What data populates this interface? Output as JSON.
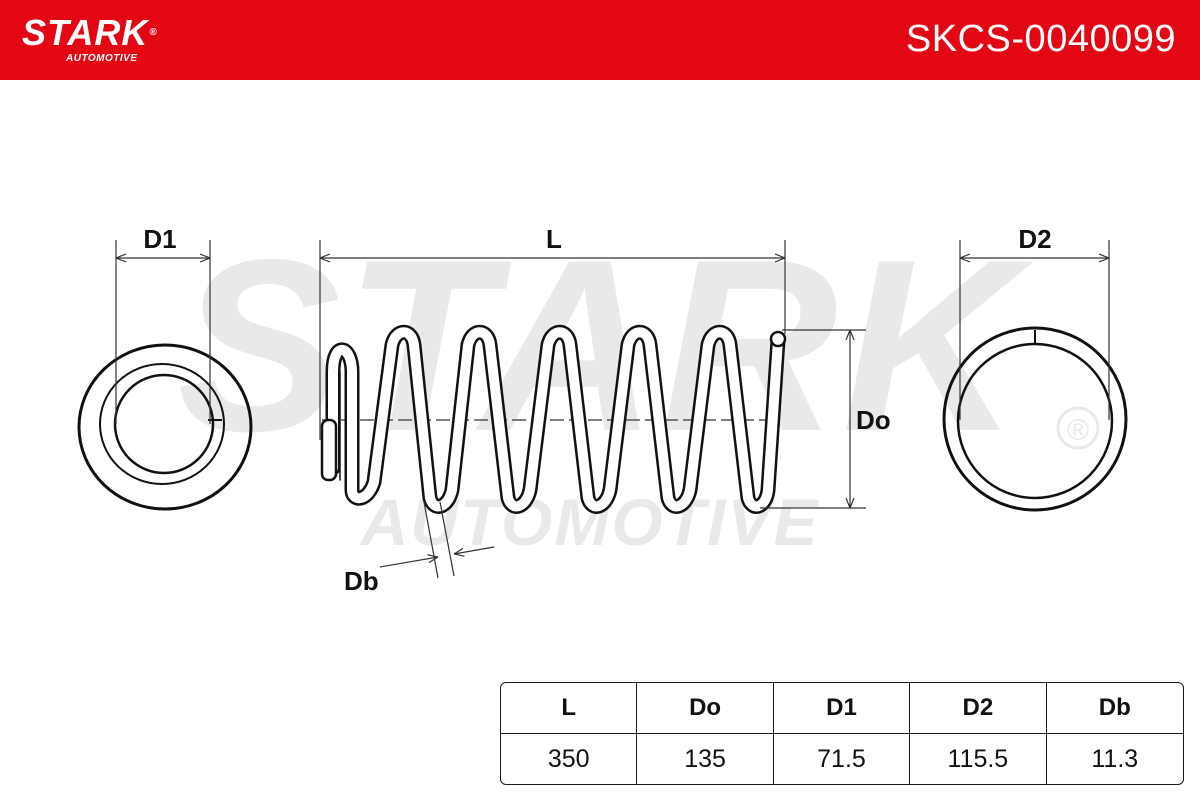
{
  "header": {
    "brand": "STARK",
    "brand_registered": "®",
    "brand_sub": "AUTOMOTIVE",
    "part_number": "SKCS-0040099",
    "color": "#e30613"
  },
  "watermark": {
    "main": "STARK",
    "sub": "AUTOMOTIVE",
    "registered": "®"
  },
  "diagram": {
    "labels": {
      "d1": "D1",
      "length": "L",
      "d2": "D2",
      "outer_diameter": "Do",
      "wire_diameter": "Db"
    }
  },
  "specs": {
    "headers": [
      "L",
      "Do",
      "D1",
      "D2",
      "Db"
    ],
    "values": [
      "350",
      "135",
      "71.5",
      "115.5",
      "11.3"
    ]
  }
}
